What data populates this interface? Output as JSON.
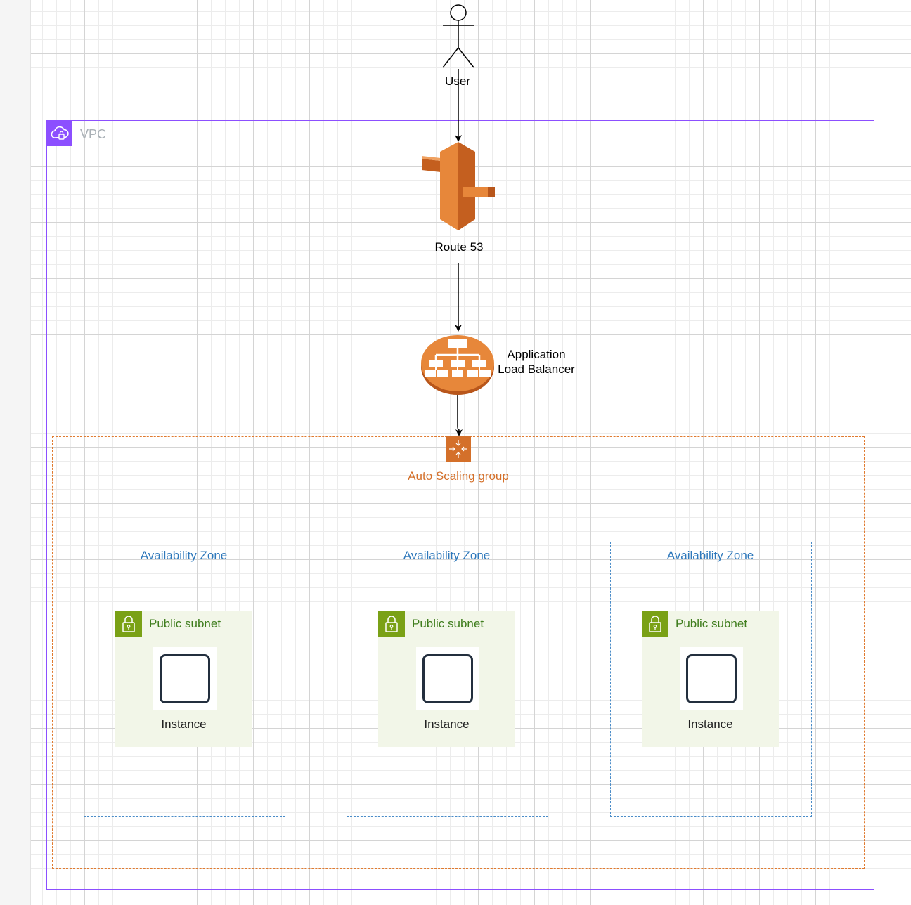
{
  "diagram": {
    "user": {
      "label": "User"
    },
    "vpc": {
      "label": "VPC",
      "color": "#8c4fff"
    },
    "route53": {
      "label": "Route 53",
      "color": "#e7873a"
    },
    "alb": {
      "label": "Application Load Balancer",
      "color": "#e7873a"
    },
    "asg": {
      "label": "Auto Scaling group",
      "color": "#d4702a"
    },
    "zones": [
      {
        "label": "Availability Zone",
        "subnet": "Public subnet",
        "instance": "Instance"
      },
      {
        "label": "Availability Zone",
        "subnet": "Public subnet",
        "instance": "Instance"
      },
      {
        "label": "Availability Zone",
        "subnet": "Public subnet",
        "instance": "Instance"
      }
    ],
    "colors": {
      "availability_zone": "#2e78bb",
      "subnet": "#7aa116",
      "subnet_fill": "#f2f6e8"
    }
  }
}
